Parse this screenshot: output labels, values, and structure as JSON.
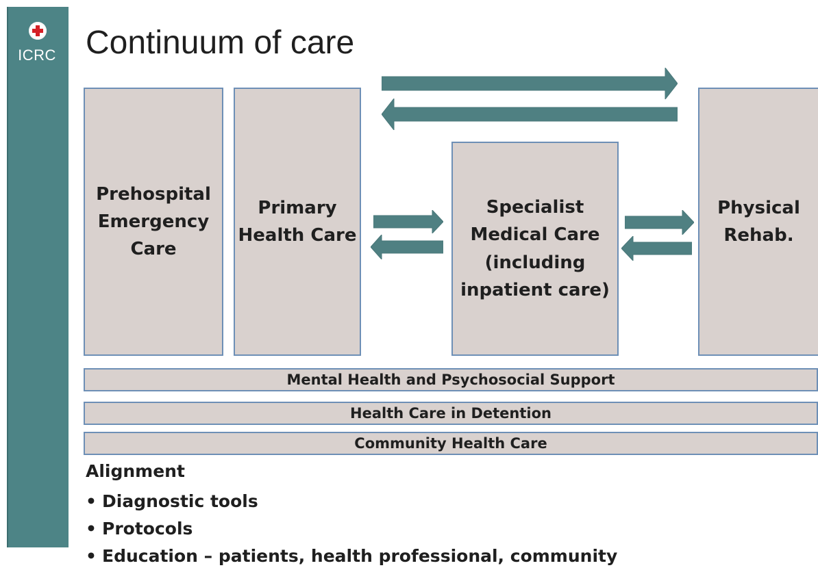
{
  "brand": {
    "logo_text": "ICRC",
    "emblem": "red-cross-icon",
    "colors": {
      "sidebar": "#4d8486",
      "box_fill": "#d9d1ce",
      "box_border": "#6d8fb6",
      "arrow": "#4f8082",
      "cross": "#d51f26"
    }
  },
  "slide": {
    "title": "Continuum of care"
  },
  "care_boxes": {
    "prehospital": "Prehospital\nEmergency\nCare",
    "primary": "Primary\nHealth Care",
    "specialist": "Specialist\nMedical Care\n(including\ninpatient care)",
    "rehab": "Physical\nRehab."
  },
  "bands": {
    "mental_health": "Mental Health and Psychosocial Support",
    "detention": "Health Care in Detention",
    "community": "Community Health Care"
  },
  "alignment": {
    "title": "Alignment",
    "items": [
      "Diagnostic tools",
      "Protocols",
      "Education – patients, health professional, community"
    ]
  }
}
